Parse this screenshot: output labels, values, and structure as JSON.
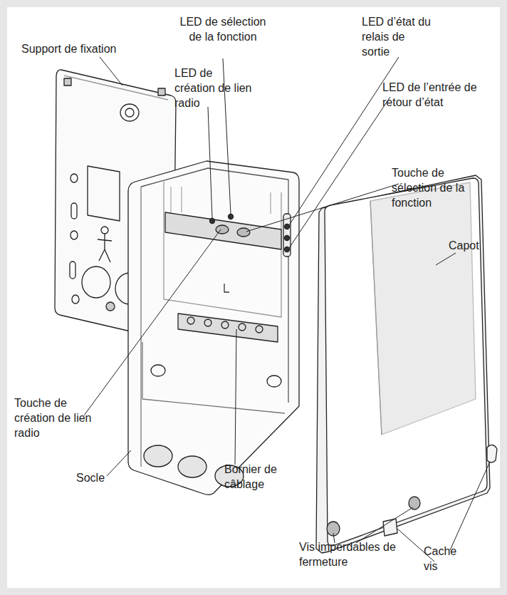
{
  "diagram": {
    "labels": [
      "LED de sélection de la fonction",
      "LED d’état du relais de sortie",
      "Support de fixation",
      "LED de création de lien radio",
      "LED de l’entrée de retour d’état",
      "Touche de sélection de la fonction",
      "Capot",
      "Touche de création de lien radio",
      "Bornier de câblage",
      "Socle",
      "Vis imperdables de fermeture",
      "Cache vis"
    ]
  }
}
